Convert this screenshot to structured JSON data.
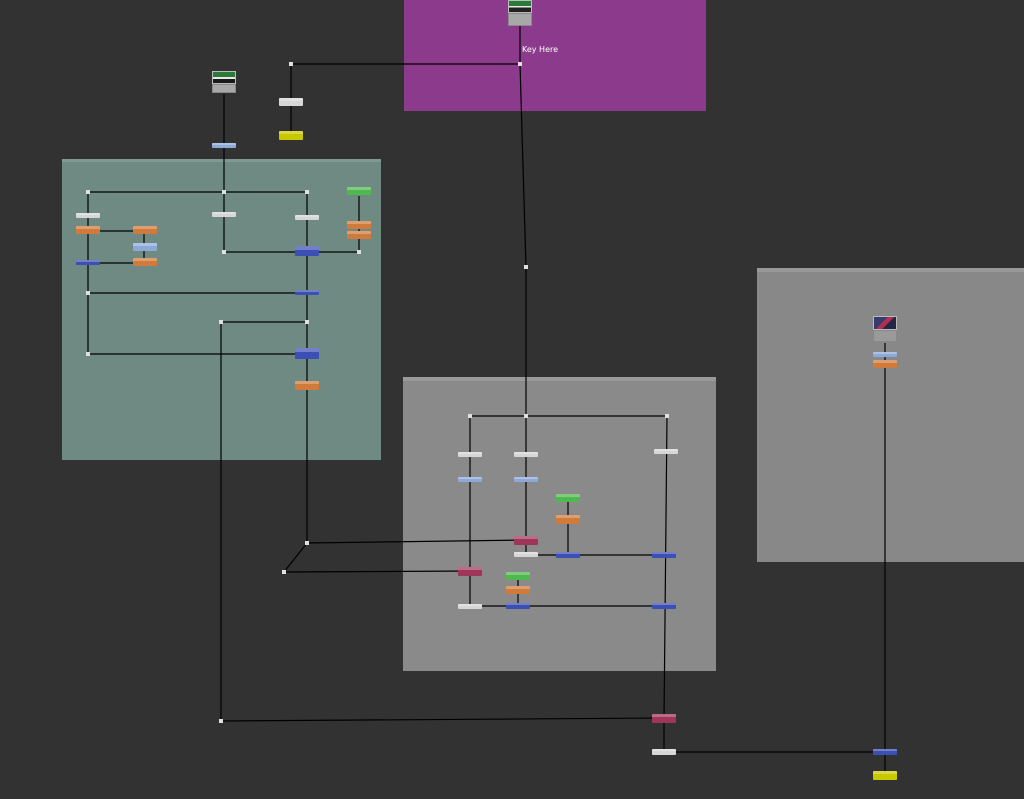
{
  "app": "node-graph",
  "backdrops": [
    {
      "id": "magenta",
      "color": "#8c3a8c",
      "label": "Key Here"
    },
    {
      "id": "teal",
      "color": "#6e8a82",
      "label": ""
    },
    {
      "id": "gray-center",
      "color": "#8a8a8a",
      "label": ""
    },
    {
      "id": "gray-right",
      "color": "#888888",
      "label": ""
    }
  ],
  "colors": {
    "canvas": "#323232",
    "wire": "#000000",
    "dot": "#e0e0e0",
    "node_white": "#d6d6d6",
    "node_light_blue": "#8da9d8",
    "node_blue": "#3c4fb4",
    "node_orange": "#d07a3c",
    "node_green": "#4fb84f",
    "node_yellow": "#c8c800",
    "node_merge_red": "#a0355a"
  },
  "read_nodes": [
    {
      "id": "read-top-center",
      "icon": "image-thumbnail-icon"
    },
    {
      "id": "read-left",
      "icon": "image-thumbnail-icon"
    },
    {
      "id": "read-right",
      "icon": "image-thumbnail-icon"
    }
  ]
}
